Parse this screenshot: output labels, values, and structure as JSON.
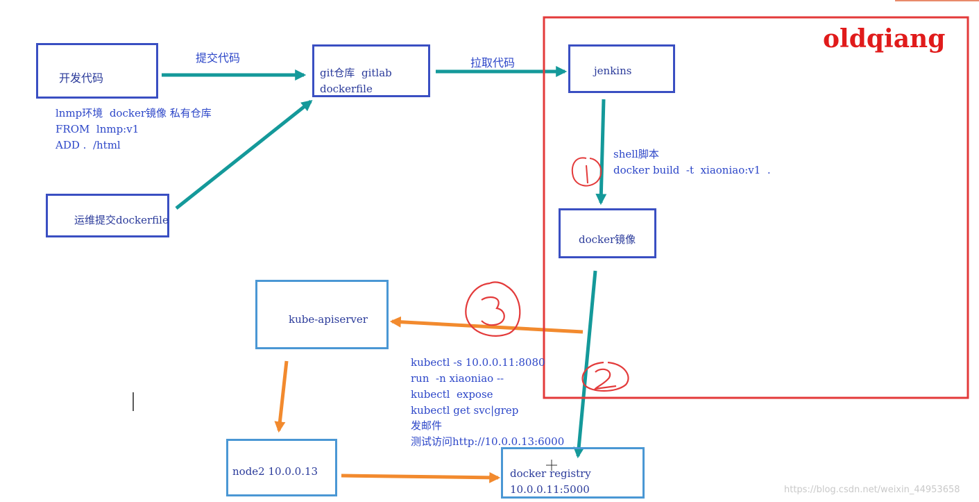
{
  "brand": {
    "text": "oldqiang",
    "color": "#e01b1b"
  },
  "colors": {
    "teal": "#14999a",
    "orange": "#f28a2e",
    "navy": "#3a4fc2",
    "lightblue": "#4a97d4",
    "red": "#e33a3a",
    "text": "#2c46c8"
  },
  "nodes": {
    "dev_code": "开发代码",
    "git_repo": [
      "git仓库  gitlab",
      "dockerfile"
    ],
    "jenkins": "jenkins",
    "ops_dockerfile": "运维提交dockerfile",
    "docker_image": "docker镜像",
    "kube_apiserver": "kube-apiserver",
    "node2": "node2 10.0.0.13",
    "registry": [
      "docker registry",
      "10.0.0.11:5000"
    ]
  },
  "edges": {
    "commit_code": "提交代码",
    "pull_code": "拉取代码"
  },
  "notes": {
    "lnmp": [
      "lnmp环境  docker镜像 私有仓库",
      "FROM  lnmp:v1",
      "ADD .  /html"
    ],
    "shell": [
      "shell脚本",
      "docker build  -t  xiaoniao:v1  ."
    ],
    "kubectl": [
      "kubectl -s 10.0.0.11:8080",
      "run  -n xiaoniao --",
      "kubectl  expose",
      "kubectl get svc|grep",
      "发邮件",
      "测试访问http://10.0.0.13:6000"
    ]
  },
  "step_marks": [
    "1",
    "2",
    "3"
  ],
  "watermark": "https://blog.csdn.net/weixin_44953658"
}
